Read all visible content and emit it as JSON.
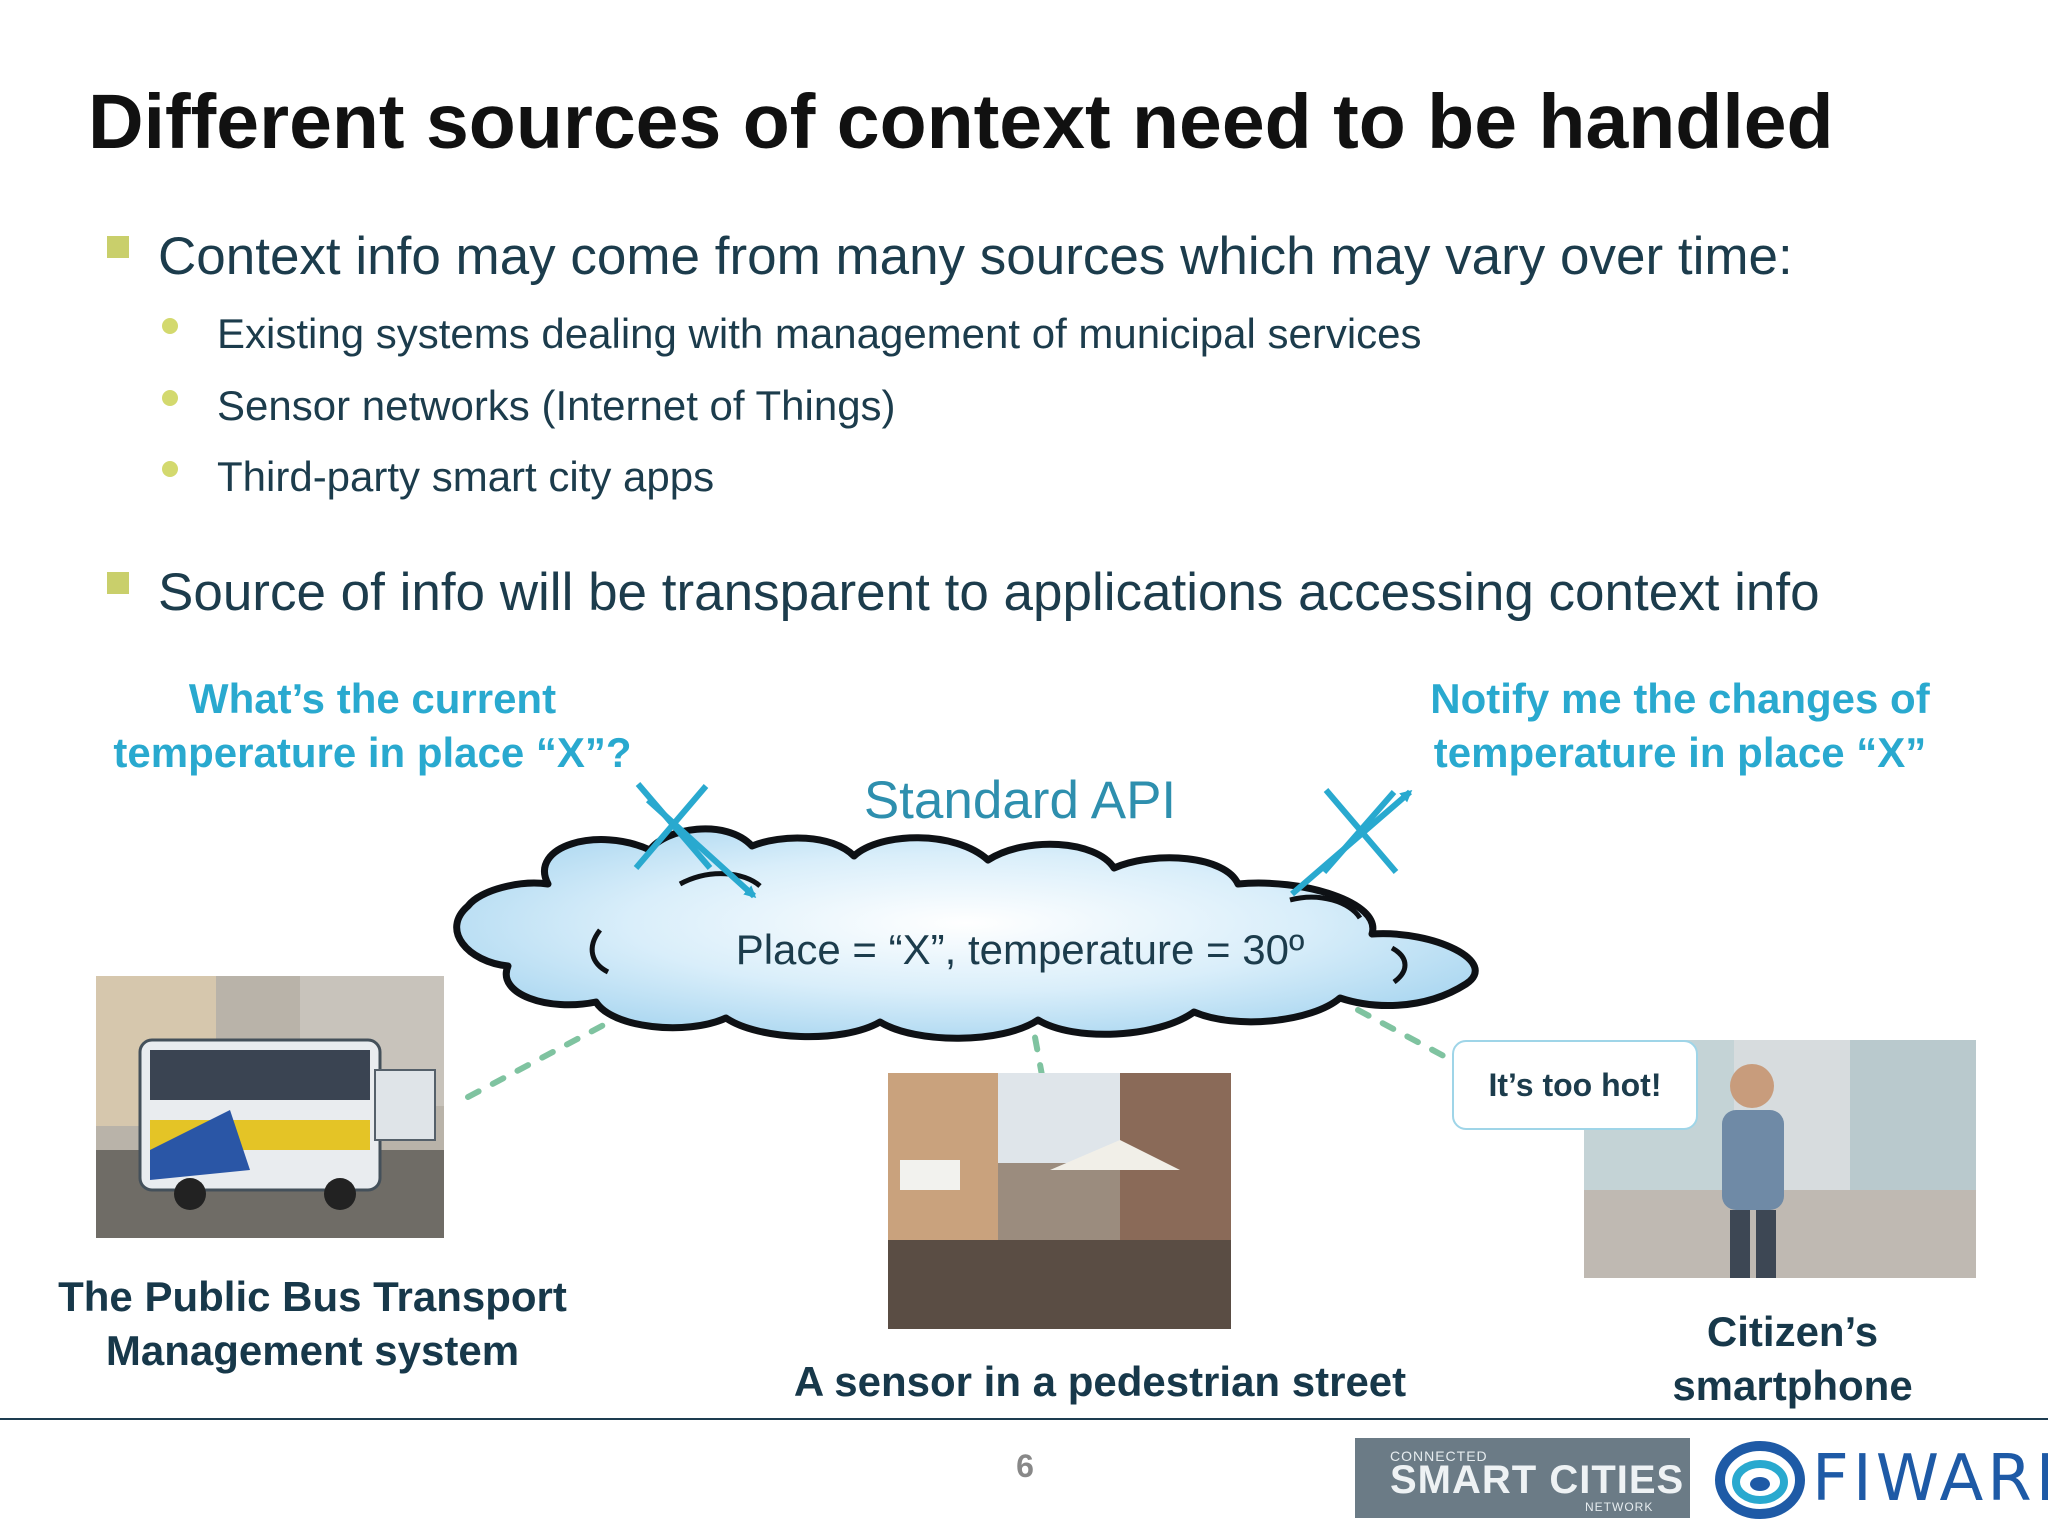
{
  "title": "Different sources of context need to be handled",
  "bullets": [
    {
      "text": "Context info may come from many sources which may vary over time:",
      "sub": [
        "Existing systems dealing with management of municipal services",
        "Sensor networks (Internet of Things)",
        "Third-party smart city apps"
      ]
    },
    {
      "text": "Source of info will be transparent to applications accessing context info",
      "sub": []
    }
  ],
  "diagram": {
    "query_left": [
      "What’s the current",
      "temperature in place “X”?"
    ],
    "query_right": [
      "Notify me the changes of",
      "temperature in place “X”"
    ],
    "api_label": "Standard API",
    "cloud_text": "Place = “X”, temperature = 30º",
    "speech_bubble": "It’s too hot!",
    "sources": [
      {
        "caption": [
          "The Public Bus Transport",
          "Management system"
        ]
      },
      {
        "caption": [
          "A sensor in a pedestrian street"
        ]
      },
      {
        "caption": [
          "Citizen’s",
          "smartphone"
        ]
      }
    ]
  },
  "footer": {
    "page_number": "6",
    "logo_scn_small": "CONNECTED",
    "logo_scn_big": "SMART CITIES",
    "logo_scn_network": "NETWORK",
    "logo_fiware": "FIWARE"
  },
  "colors": {
    "title": "#111111",
    "body_text": "#1c3c4c",
    "accent_cyan": "#29a9cf",
    "bullet_square": "#c9cf6b",
    "bullet_dot": "#d3d96e",
    "cloud_fill": "#cfe8f6",
    "connector_green": "#7fc3a0"
  }
}
